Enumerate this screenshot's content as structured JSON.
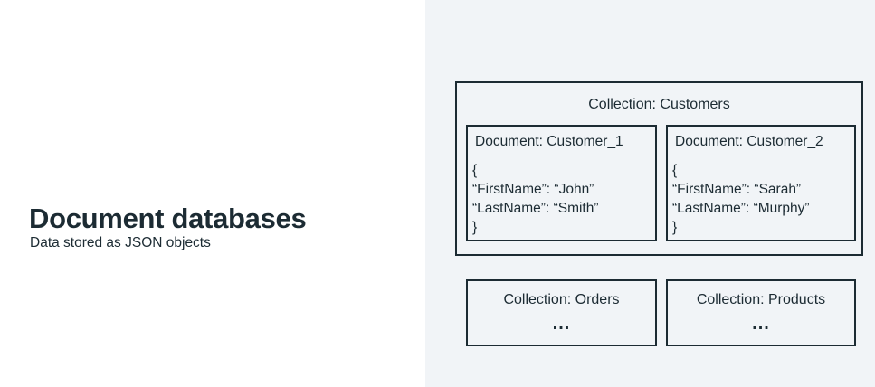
{
  "slide": {
    "title": "Document databases",
    "subtitle": "Data stored as JSON objects"
  },
  "diagram": {
    "customers_collection": {
      "label": "Collection: Customers",
      "documents": [
        {
          "label": "Document: Customer_1",
          "open_brace": "{",
          "first_name_line": "“FirstName”: “John”",
          "last_name_line": "“LastName”: “Smith”",
          "close_brace": "}"
        },
        {
          "label": "Document: Customer_2",
          "open_brace": "{",
          "first_name_line": "“FirstName”: “Sarah”",
          "last_name_line": "“LastName”: “Murphy”",
          "close_brace": "}"
        }
      ]
    },
    "orders_collection": {
      "label": "Collection: Orders",
      "ellipsis": "..."
    },
    "products_collection": {
      "label": "Collection: Products",
      "ellipsis": "..."
    }
  },
  "colors": {
    "background_left": "#ffffff",
    "background_right": "#f1f4f7",
    "text": "#1c2b33",
    "border": "#1c2b33"
  }
}
